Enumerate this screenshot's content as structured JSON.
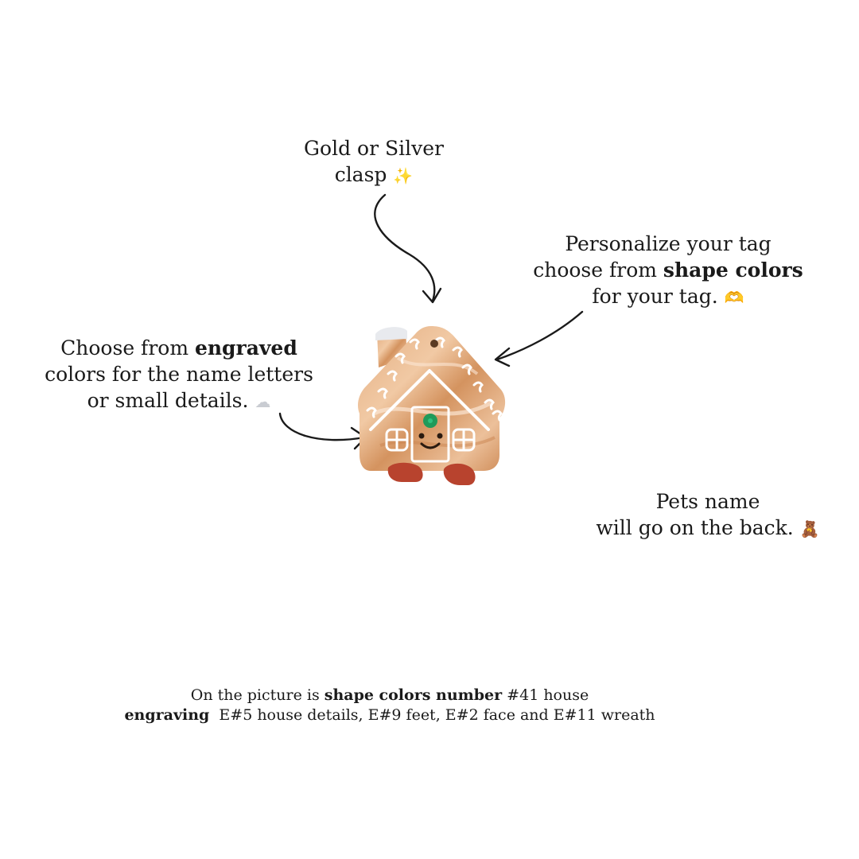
{
  "clasp": {
    "line1": "Gold or Silver",
    "line2": "clasp",
    "emoji": "✨",
    "emoji_name": "sparkles-icon"
  },
  "shape": {
    "line1": "Personalize your tag",
    "line2_prefix": "choose from ",
    "line2_bold": "shape colors",
    "line3": "for your tag.",
    "emoji": "🫶",
    "emoji_name": "heart-hands-icon"
  },
  "engraved": {
    "line1_prefix": "Choose from ",
    "line1_bold": "engraved",
    "line2": "colors for the name letters",
    "line3": "or small details.",
    "emoji": "☁",
    "emoji_name": "cloud-icon"
  },
  "name": {
    "line1": "Pets name",
    "line2": "will go on the back.",
    "emoji": "🧸",
    "emoji_name": "teddy-bear-icon"
  },
  "caption": {
    "line1_prefix": "On the picture is ",
    "line1_bold": "shape colors number",
    "line1_suffix": " #41 house",
    "line2_bold": "engraving",
    "line2_suffix": "  E#5 house details, E#9 feet, E#2 face and E#11 wreath"
  },
  "colors": {
    "background": "#ffffff",
    "text": "#1a1a1a",
    "house_body": "#d99a6c",
    "house_light": "#f3d3b6",
    "icing": "#ffffff",
    "feet": "#b8432e",
    "wreath": "#1f9a5a",
    "face": "#2a1a10"
  }
}
